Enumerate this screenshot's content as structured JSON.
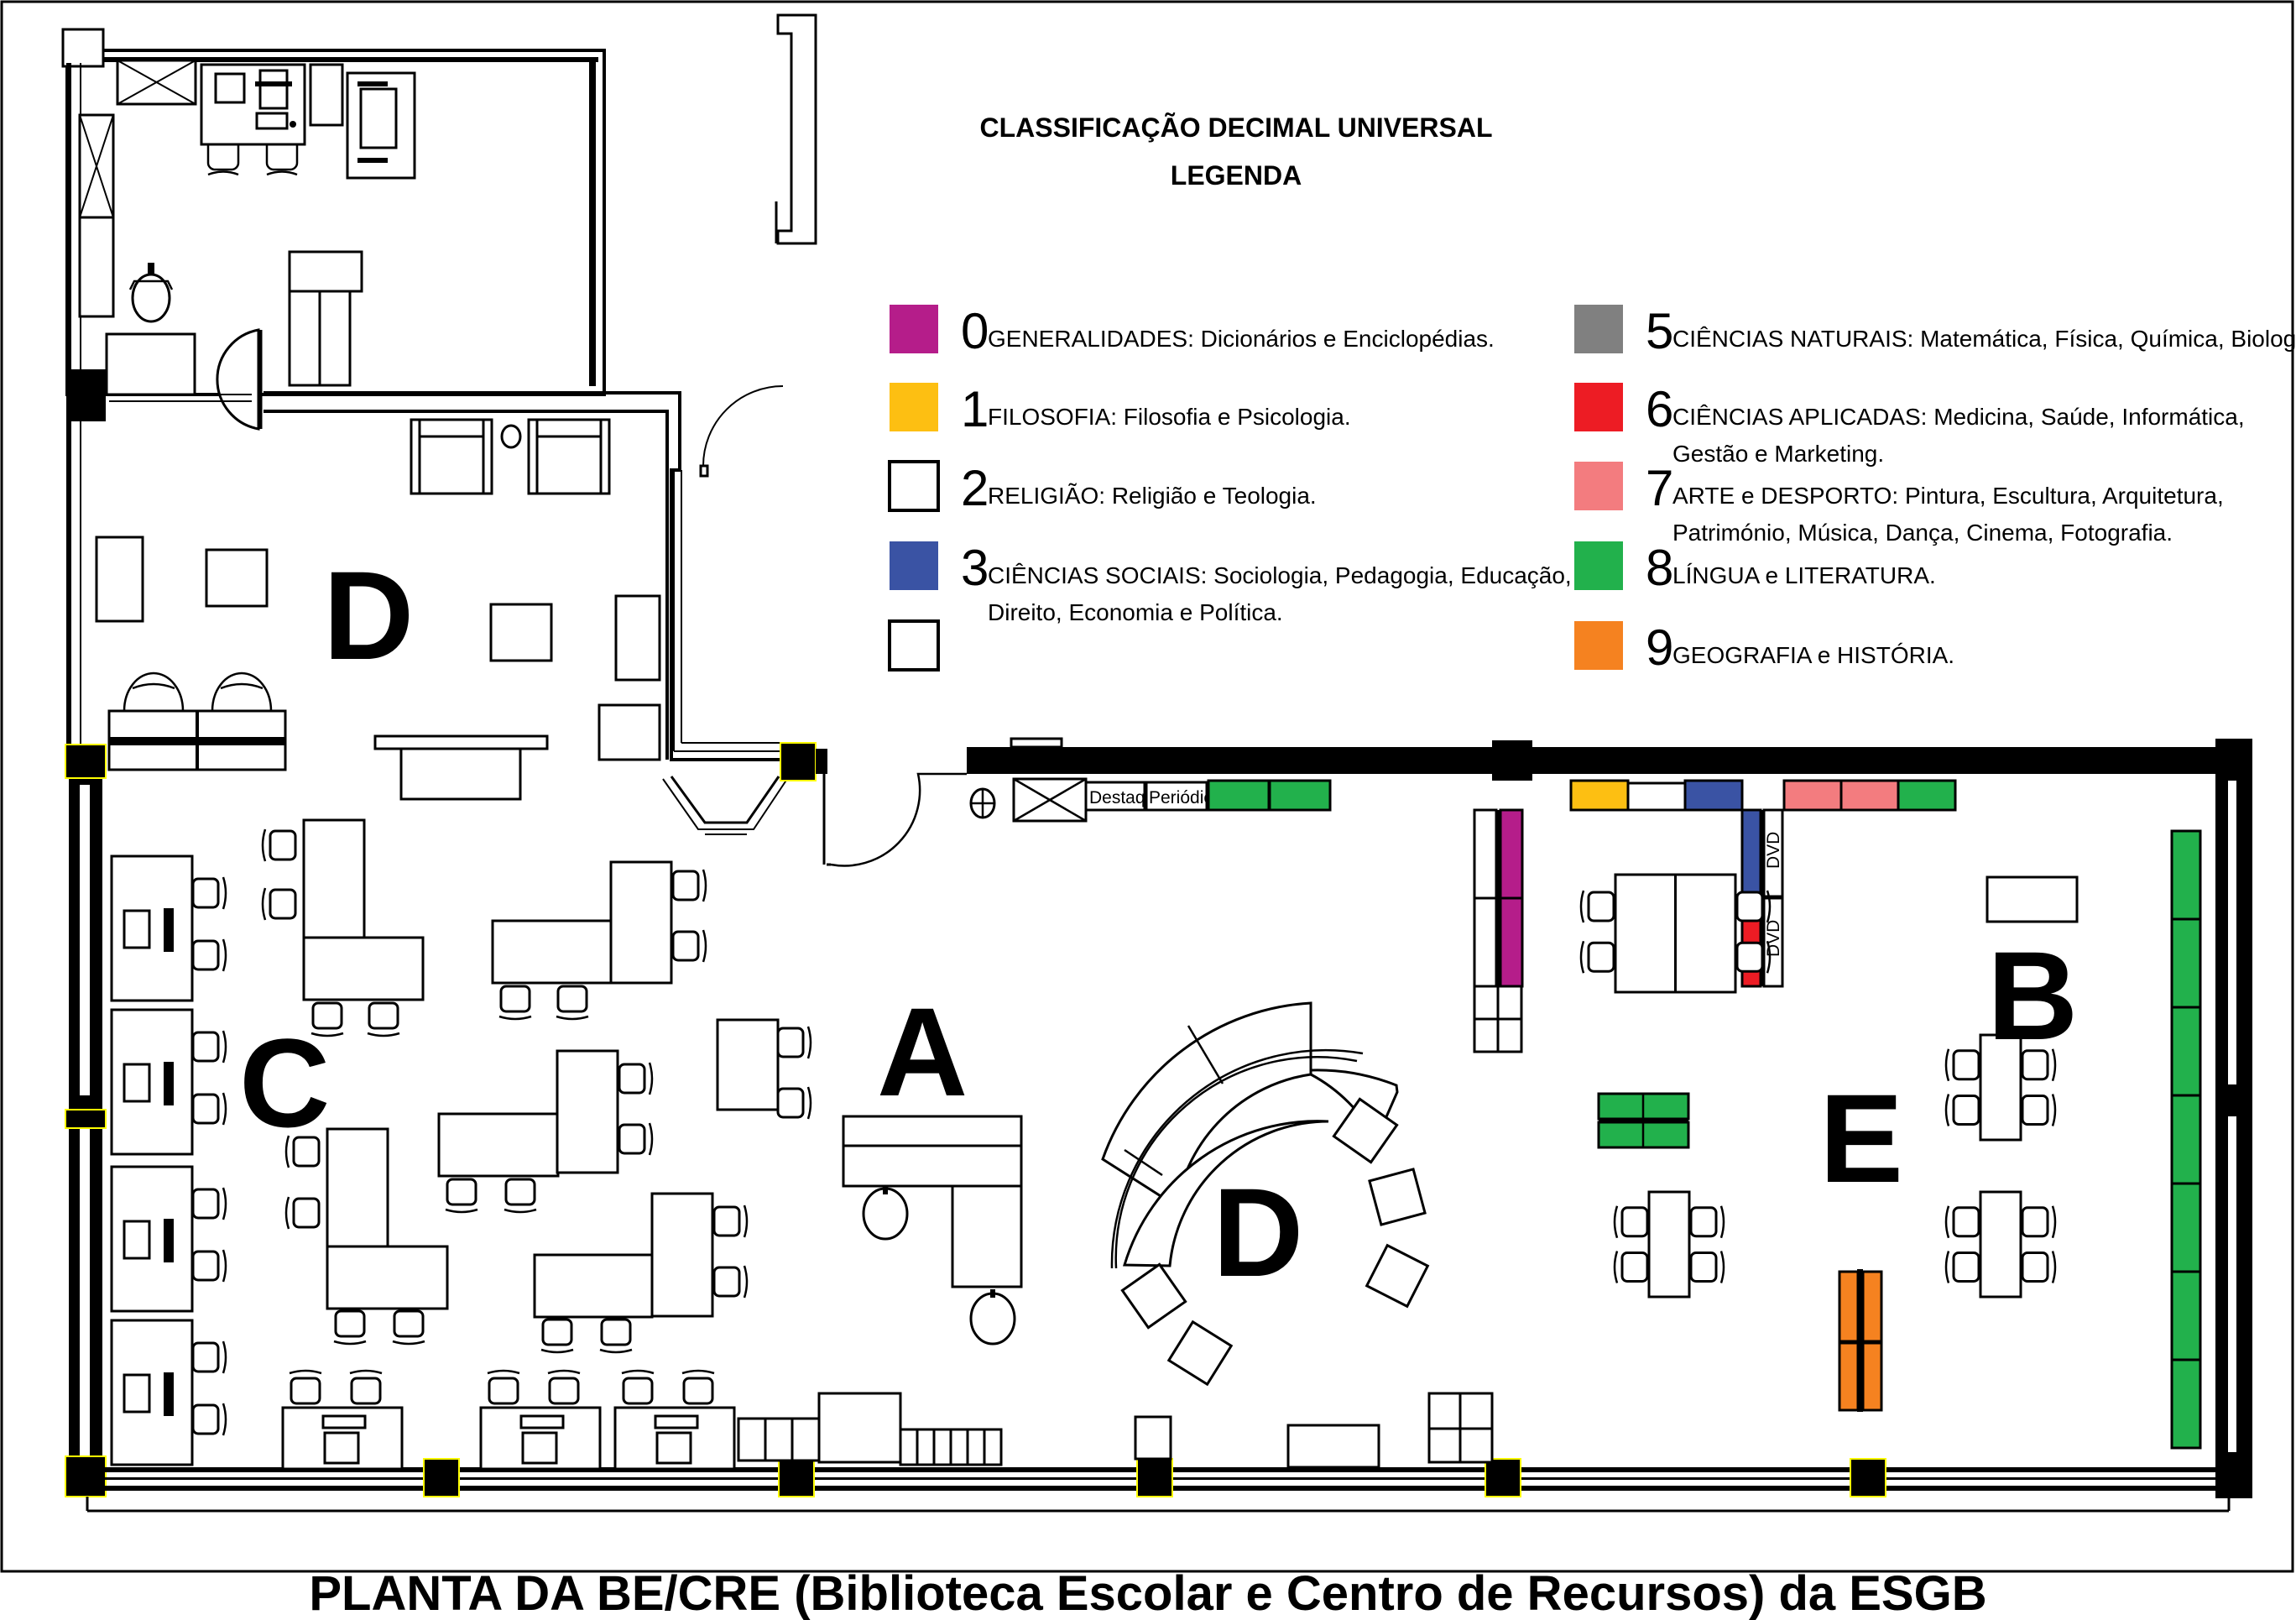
{
  "legend": {
    "title": "CLASSIFICAÇÃO DECIMAL UNIVERSAL",
    "subtitle": "LEGENDA",
    "items": [
      {
        "code": "0",
        "label": "GENERALIDADES: Dicionários e Enciclopédias.",
        "label2": "",
        "color": "#b51d8a"
      },
      {
        "code": "1",
        "label": "FILOSOFIA: Filosofia e Psicologia.",
        "label2": "",
        "color": "#fdbf12"
      },
      {
        "code": "2",
        "label": "RELIGIÃO: Religião e Teologia.",
        "label2": "",
        "color": "#ffffff"
      },
      {
        "code": "3",
        "label": "CIÊNCIAS SOCIAIS: Sociologia, Pedagogia, Educação,",
        "label2": "Direito, Economia e Política.",
        "color": "#3a53a4"
      },
      {
        "code": "",
        "label": "",
        "label2": "",
        "color": "#ffffff"
      },
      {
        "code": "5",
        "label": "CIÊNCIAS NATURAIS: Matemática, Física, Química, Biologia.",
        "label2": "",
        "color": "#808080"
      },
      {
        "code": "6",
        "label": "CIÊNCIAS APLICADAS: Medicina, Saúde, Informática,",
        "label2": "Gestão e Marketing.",
        "color": "#ed1c24"
      },
      {
        "code": "7",
        "label": "ARTE e DESPORTO: Pintura, Escultura, Arquitetura,",
        "label2": "Património, Música, Dança, Cinema, Fotografia.",
        "color": "#f37c7f"
      },
      {
        "code": "8",
        "label": "LÍNGUA e LITERATURA.",
        "label2": "",
        "color": "#22b14c"
      },
      {
        "code": "9",
        "label": "GEOGRAFIA e HISTÓRIA.",
        "label2": "",
        "color": "#f58220"
      }
    ]
  },
  "zones": {
    "office": "D",
    "reading": "D",
    "computers": "C",
    "reception": "A",
    "study": "E",
    "books": "B"
  },
  "shelf_labels": {
    "highlights": "Destaques",
    "periodicals": "Periódicos",
    "dvd_1": "DVD",
    "dvd_2": "DVD"
  },
  "footer": {
    "title": "PLANTA DA BE/CRE (Biblioteca Escolar e Centro de Recursos) da ESGB"
  }
}
